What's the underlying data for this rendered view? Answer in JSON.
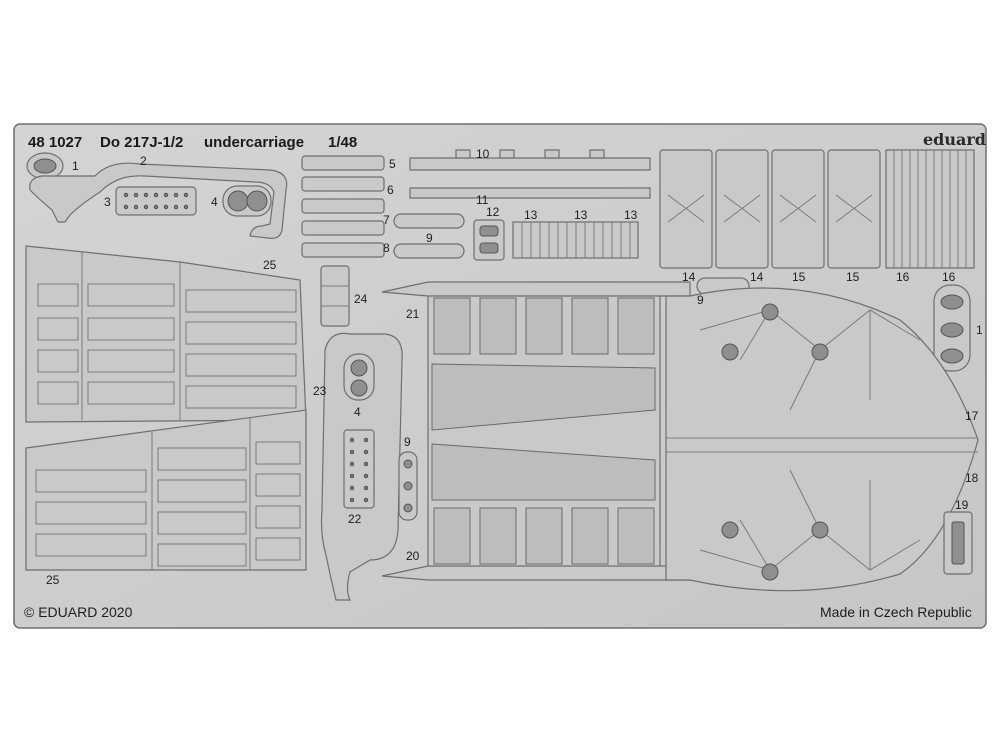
{
  "header": {
    "number": "48 1027",
    "model": "Do 217J-1/2",
    "subject": "undercarriage",
    "scale": "1/48",
    "brand": "eduard"
  },
  "footer": {
    "copyright": "© EDUARD 2020",
    "origin": "Made in Czech Republic"
  },
  "part_numbers": {
    "p1a": "1",
    "p2": "2",
    "p3": "3",
    "p4a": "4",
    "p5": "5",
    "p6": "6",
    "p7": "7",
    "p8": "8",
    "p9a": "9",
    "p10": "10",
    "p11": "11",
    "p12": "12",
    "p13a": "13",
    "p13b": "13",
    "p13c": "13",
    "p14a": "14",
    "p14b": "14",
    "p15a": "15",
    "p15b": "15",
    "p16a": "16",
    "p16b": "16",
    "p9b": "9",
    "p1b": "1",
    "p25a": "25",
    "p24": "24",
    "p21": "21",
    "p23": "23",
    "p4b": "4",
    "p9c": "9",
    "p22": "22",
    "p20": "20",
    "p17": "17",
    "p18": "18",
    "p19": "19",
    "p25b": "25"
  },
  "colors": {
    "fret": "#cfcfcf",
    "fret_edge": "#6e6e6e",
    "part": "#c9c9c9",
    "text": "#1e1e1e"
  }
}
